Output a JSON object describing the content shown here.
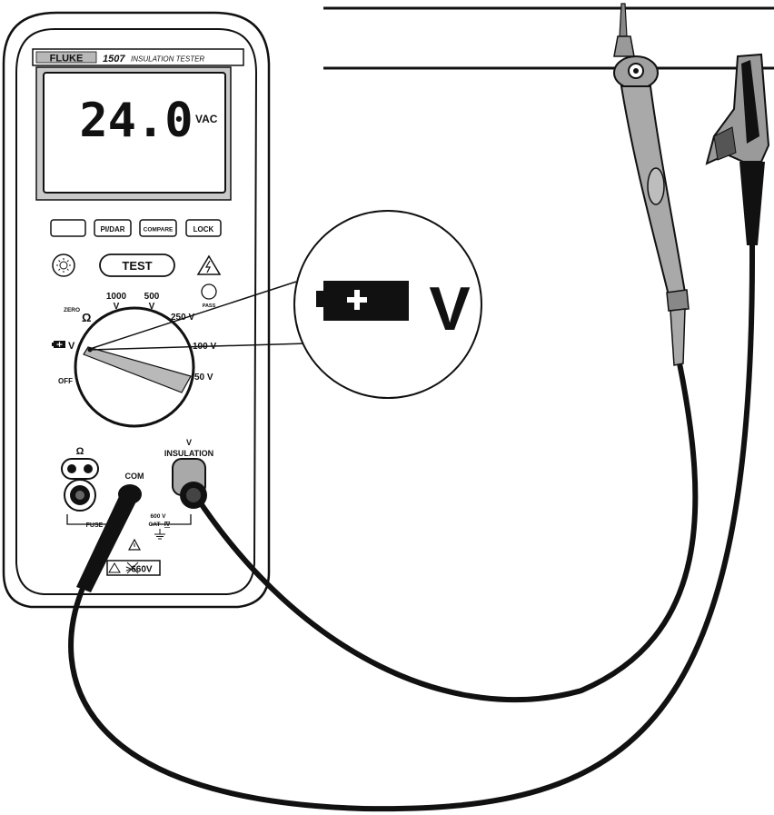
{
  "meter": {
    "brand": "FLUKE",
    "model": "1507",
    "model_subtitle": "INSULATION TESTER",
    "display": {
      "reading": "24.0",
      "unit": "VAC"
    },
    "buttons": {
      "blank": "",
      "pi_dar": "PI/DAR",
      "compare": "COMPARE",
      "lock": "LOCK",
      "test": "TEST",
      "pass": "PASS"
    },
    "dial": {
      "zero": "ZERO",
      "ohm": "Ω",
      "v1000": "1000",
      "v1000_unit": "V",
      "v500": "500",
      "v500_unit": "V",
      "v250": "250 V",
      "v100": "100 V",
      "v50": "50 V",
      "vbat": "V",
      "off": "OFF"
    },
    "jacks": {
      "ohm": "Ω",
      "com": "COM",
      "v": "V",
      "insulation": "INSULATION",
      "fuse": "FUSE",
      "cat_voltage": "600 V",
      "cat": "CAT",
      "cat_num": "IV",
      "warning_limit": ">660V"
    }
  },
  "callout": {
    "label": "V"
  },
  "icons": {
    "backlight": "backlight-sun-icon",
    "hazard": "high-voltage-warning-icon",
    "battery": "battery-plus-icon",
    "ground": "ground-symbol-icon",
    "caution": "caution-triangle-icon",
    "alligator": "alligator-clip-icon",
    "probe": "test-probe-icon"
  }
}
